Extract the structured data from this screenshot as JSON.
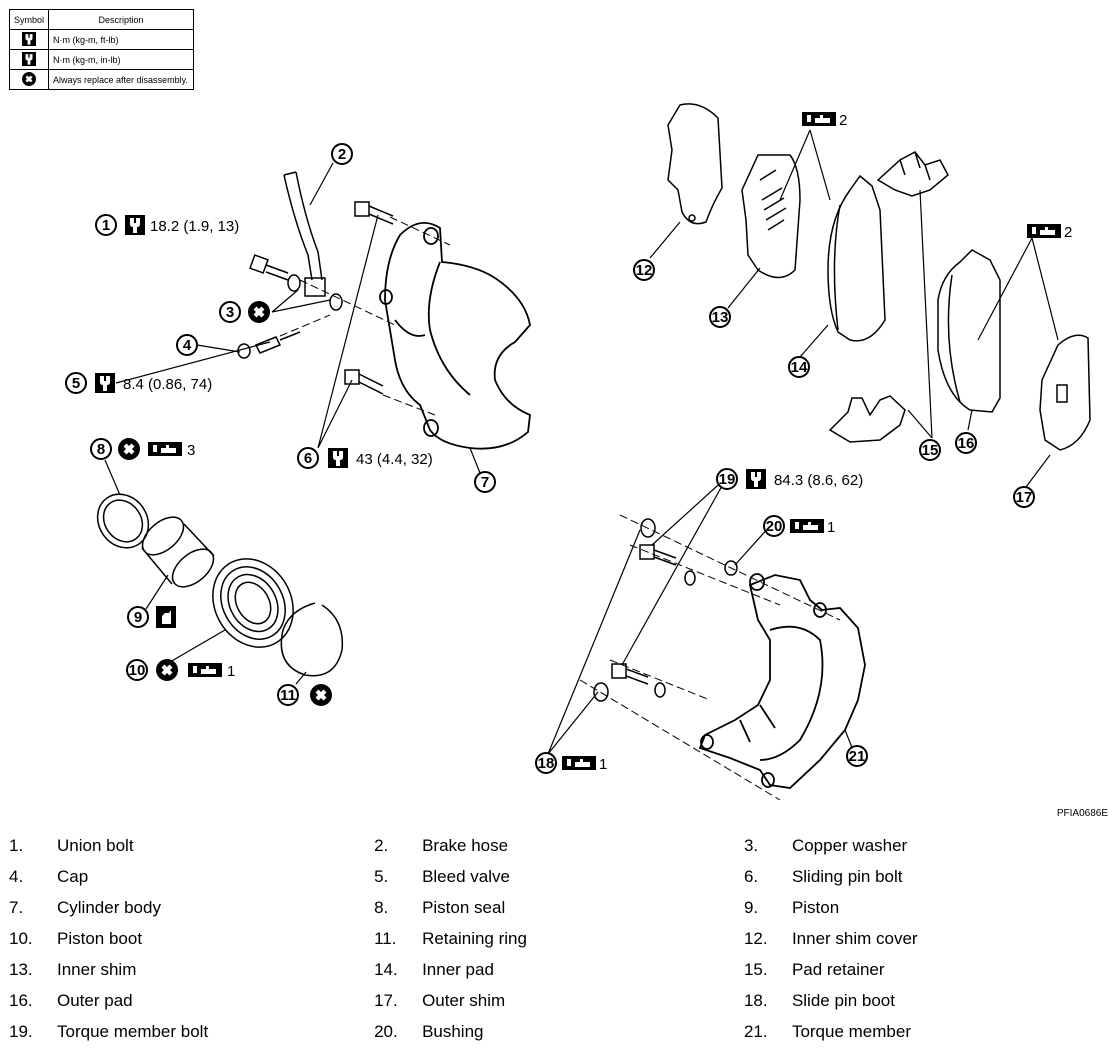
{
  "legend": {
    "header": {
      "symbol": "Symbol",
      "description": "Description"
    },
    "rows": [
      {
        "icon": "torque-wrench-icon",
        "description": "N·m (kg-m, ft-lb)"
      },
      {
        "icon": "torque-wrench-small-icon",
        "description": "N·m (kg-m, in-lb)"
      },
      {
        "icon": "always-replace-icon",
        "description": "Always replace after disassembly."
      }
    ]
  },
  "callouts": {
    "c1": {
      "num": "1",
      "value": "18.2 (1.9, 13)"
    },
    "c2": {
      "num": "2"
    },
    "c3": {
      "num": "3"
    },
    "c4": {
      "num": "4"
    },
    "c5": {
      "num": "5",
      "value": "8.4 (0.86, 74)"
    },
    "c6": {
      "num": "6",
      "value": "43 (4.4, 32)"
    },
    "c7": {
      "num": "7"
    },
    "c8": {
      "num": "8",
      "value": "3"
    },
    "c9": {
      "num": "9"
    },
    "c10": {
      "num": "10",
      "value": "1"
    },
    "c11": {
      "num": "11"
    },
    "c12": {
      "num": "12"
    },
    "c13": {
      "num": "13",
      "value": "2"
    },
    "c14": {
      "num": "14"
    },
    "c15": {
      "num": "15"
    },
    "c16": {
      "num": "16",
      "value": "2"
    },
    "c17": {
      "num": "17"
    },
    "c18": {
      "num": "18",
      "value": "1"
    },
    "c19": {
      "num": "19",
      "value": "84.3 (8.6, 62)"
    },
    "c20": {
      "num": "20",
      "value": "1"
    },
    "c21": {
      "num": "21"
    }
  },
  "figure_code": "PFIA0686E",
  "parts": [
    {
      "num": "1.",
      "name": "Union bolt"
    },
    {
      "num": "2.",
      "name": "Brake hose"
    },
    {
      "num": "3.",
      "name": "Copper washer"
    },
    {
      "num": "4.",
      "name": "Cap"
    },
    {
      "num": "5.",
      "name": "Bleed valve"
    },
    {
      "num": "6.",
      "name": "Sliding pin bolt"
    },
    {
      "num": "7.",
      "name": "Cylinder body"
    },
    {
      "num": "8.",
      "name": "Piston seal"
    },
    {
      "num": "9.",
      "name": "Piston"
    },
    {
      "num": "10.",
      "name": "Piston boot"
    },
    {
      "num": "11.",
      "name": "Retaining ring"
    },
    {
      "num": "12.",
      "name": "Inner shim cover"
    },
    {
      "num": "13.",
      "name": "Inner shim"
    },
    {
      "num": "14.",
      "name": "Inner pad"
    },
    {
      "num": "15.",
      "name": "Pad retainer"
    },
    {
      "num": "16.",
      "name": "Outer pad"
    },
    {
      "num": "17.",
      "name": "Outer shim"
    },
    {
      "num": "18.",
      "name": "Slide pin boot"
    },
    {
      "num": "19.",
      "name": "Torque member bolt"
    },
    {
      "num": "20.",
      "name": "Bushing"
    },
    {
      "num": "21.",
      "name": "Torque member"
    }
  ]
}
